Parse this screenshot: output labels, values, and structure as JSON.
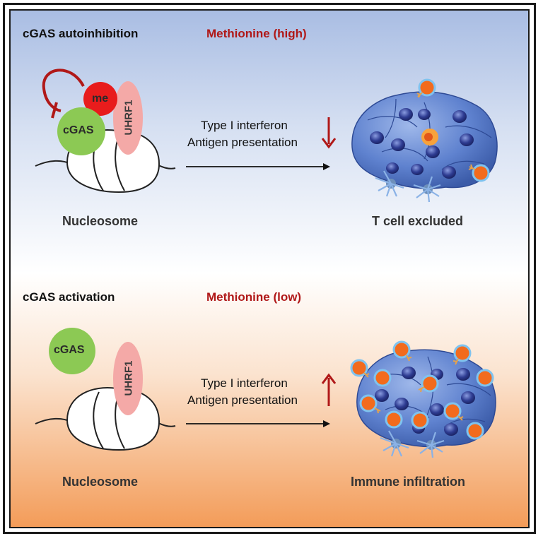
{
  "top": {
    "title": "cGAS autoinhibition",
    "condition": "Methionine (high)",
    "me_label": "me",
    "cgas_label": "cGAS",
    "uhrf1_label": "UHRF1",
    "effect_line1": "Type I interferon",
    "effect_line2": "Antigen presentation",
    "left_caption": "Nucleosome",
    "right_caption": "T cell excluded",
    "arrow_direction": "down"
  },
  "bottom": {
    "title": "cGAS activation",
    "condition": "Methionine (low)",
    "cgas_label": "cGAS",
    "uhrf1_label": "UHRF1",
    "effect_line1": "Type I interferon",
    "effect_line2": "Antigen presentation",
    "left_caption": "Nucleosome",
    "right_caption": "Immune infiltration",
    "arrow_direction": "up"
  },
  "colors": {
    "red_accent": "#b01818",
    "cgas_green": "#8cc954",
    "uhrf1_pink": "#f4a9a7",
    "me_red": "#e81c1c",
    "tumor_blue": "#5f82cf",
    "tcell_orange": "#f26b1d",
    "top_bg": "#a9bde3",
    "bottom_bg": "#f39c59"
  }
}
